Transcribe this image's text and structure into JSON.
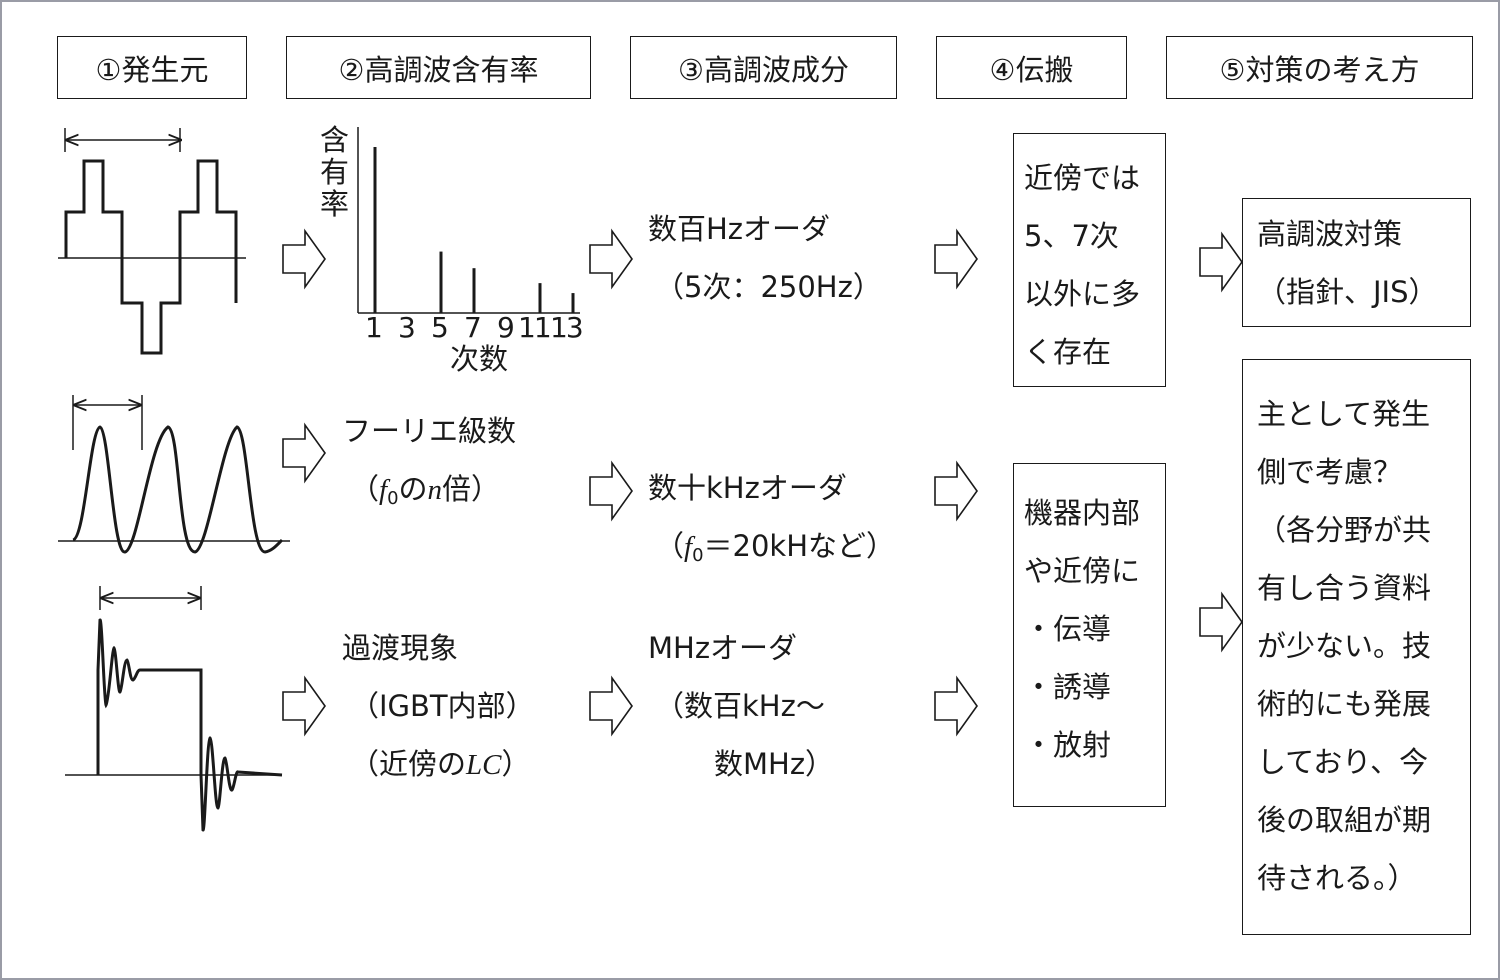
{
  "headers": {
    "source": "①発生元",
    "content_rate": "②高調波含有率",
    "components": "③高調波成分",
    "propagation": "④伝搬",
    "countermeasure": "⑤対策の考え方"
  },
  "spectrum_chart": {
    "ylabel": [
      "含",
      "有",
      "率"
    ],
    "xlabel": "次数",
    "ticks": [
      "1",
      "3",
      "5",
      "7",
      "9",
      "11",
      "13"
    ]
  },
  "row1": {
    "components": [
      "数百Hzオーダ",
      "（5次：250Hz）"
    ],
    "propagation": [
      "近傍では",
      " 5、7次",
      "以外に多",
      "く存在"
    ],
    "countermeasure": [
      "高調波対策",
      "（指針、JIS）"
    ]
  },
  "row2": {
    "rate_line1": "フーリエ級数",
    "rate_line2": {
      "open": "（",
      "f": "f",
      "sub": "0",
      "no": "の",
      "n": "n",
      "tail": "倍）"
    },
    "components_line1": "数十kHzオーダ",
    "components_line2": {
      "open": "（",
      "f": "f",
      "sub": "0",
      "tail": "＝20kHなど）"
    }
  },
  "row3": {
    "rate": [
      "過渡現象",
      "（IGBT内部）"
    ],
    "rate_line3": {
      "head": "（近傍の",
      "lc": "LC",
      "tail": "）"
    },
    "components": [
      "MHzオーダ",
      "（数百kHz～",
      "数MHz）"
    ]
  },
  "propagation_lower": [
    "機器内部",
    "や近傍に",
    "・伝導",
    "・誘導",
    "・放射"
  ],
  "countermeasure_lower": [
    "主として発生",
    "側で考慮？",
    "（各分野が共",
    "有し合う資料",
    "が少ない。技",
    "術的にも発展",
    "しており、今",
    "後の取組が期",
    "待される。）"
  ],
  "chart_data": {
    "type": "bar",
    "categories": [
      "1",
      "3",
      "5",
      "7",
      "9",
      "11",
      "13"
    ],
    "values": [
      100,
      0,
      37,
      27,
      0,
      18,
      12
    ],
    "xlabel": "次数",
    "ylabel": "含有率",
    "ylim": [
      0,
      100
    ]
  }
}
